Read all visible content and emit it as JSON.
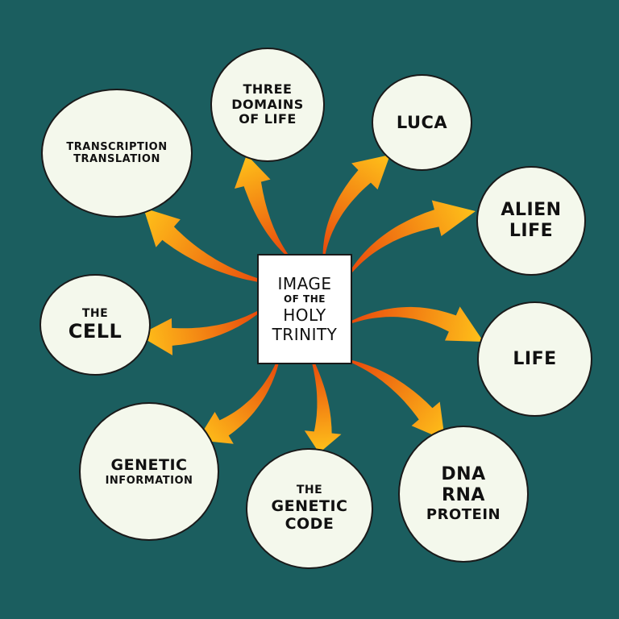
{
  "colors": {
    "background": "#1b5e5f",
    "node_fill": "#f4f8ec",
    "arrow_start": "#e84a0c",
    "arrow_end": "#ffc21a"
  },
  "center": {
    "line1": "IMAGE",
    "line2": "OF THE",
    "line3": "HOLY",
    "line4": "TRINITY"
  },
  "nodes": {
    "three_domains": {
      "line1": "THREE",
      "line2": "DOMAINS",
      "line3": "OF LIFE"
    },
    "luca": {
      "line1": "LUCA"
    },
    "transcription": {
      "line1": "TRANSCRIPTION",
      "line2": "TRANSLATION"
    },
    "alien_life": {
      "line1": "ALIEN",
      "line2": "LIFE"
    },
    "the_cell": {
      "line1": "THE",
      "line2": "CELL"
    },
    "life": {
      "line1": "LIFE"
    },
    "genetic_information": {
      "line1": "GENETIC",
      "line2": "INFORMATION"
    },
    "genetic_code": {
      "line1": "THE",
      "line2": "GENETIC",
      "line3": "CODE"
    },
    "dna_rna_protein": {
      "line1": "DNA",
      "line2": "RNA",
      "line3": "PROTEIN"
    }
  }
}
